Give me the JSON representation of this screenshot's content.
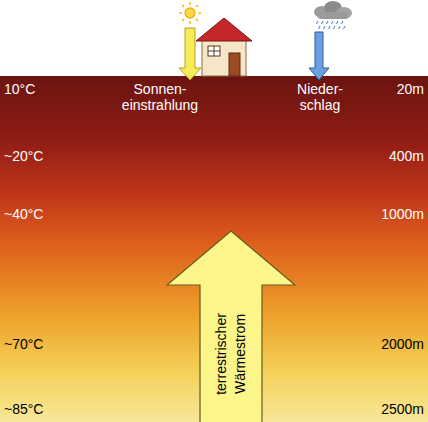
{
  "diagram": {
    "nodes": [
      {
        "text": [
          "terrestrischer Wärmestrom"
        ]
      }
    ],
    "labels": [
      "10°C",
      "Sonnen- einstrahlung",
      "Nieder- schlag",
      "20m",
      "~20°C",
      "400m",
      "~40°C",
      "1000m",
      "~70°C",
      "2000m",
      "~85°C",
      "2500m"
    ]
  }
}
